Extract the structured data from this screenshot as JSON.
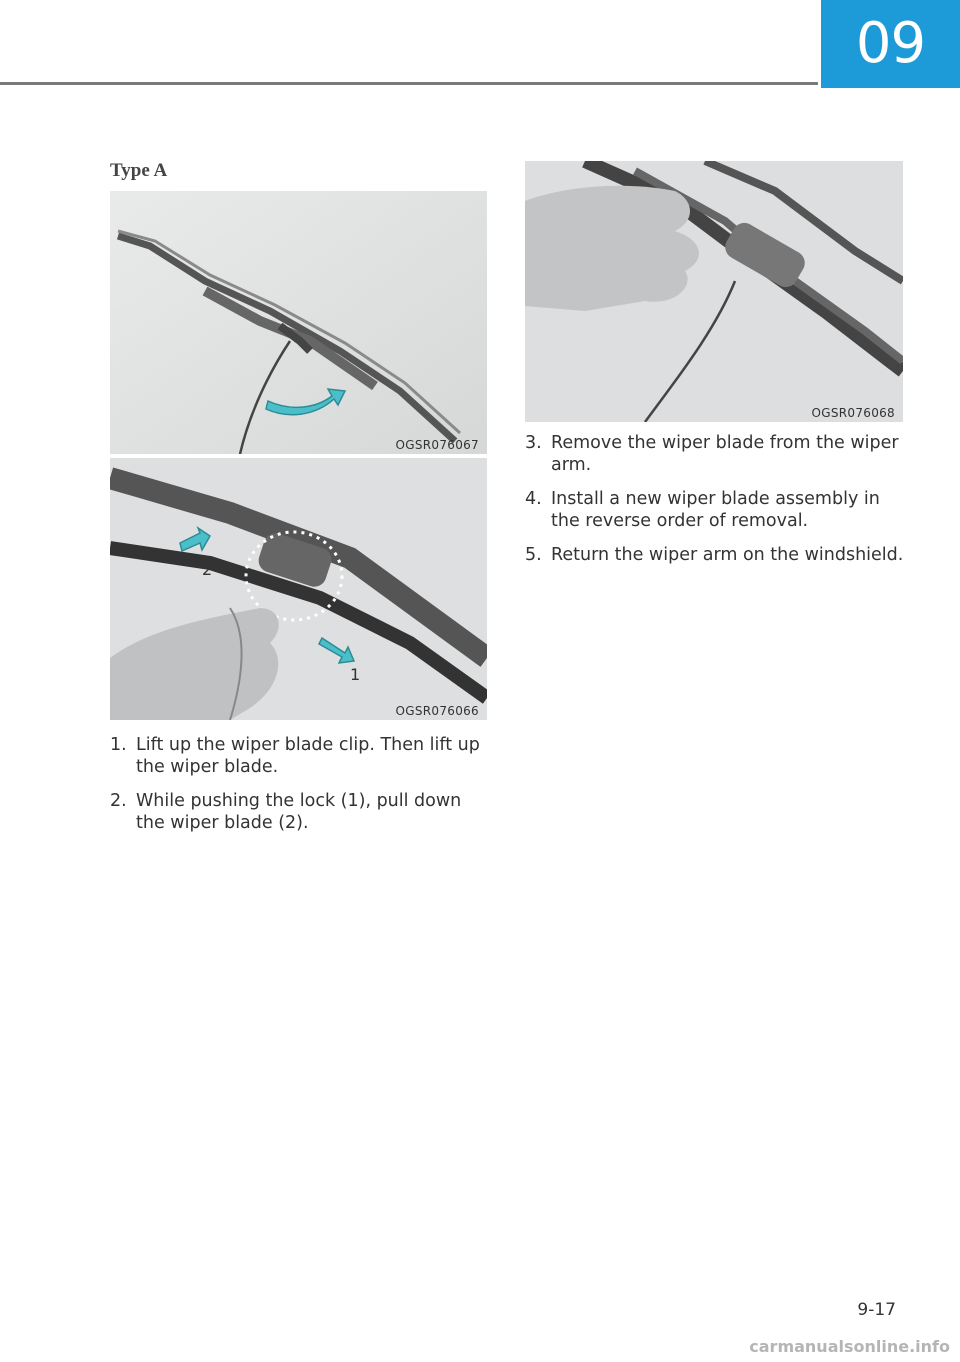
{
  "header": {
    "chapter": "09"
  },
  "section_title": "Type A",
  "figures": [
    {
      "code": "OGSR076067"
    },
    {
      "code": "OGSR076066",
      "labels": [
        "1",
        "2"
      ]
    },
    {
      "code": "OGSR076068"
    }
  ],
  "steps_left": [
    {
      "num": "1.",
      "text": "Lift up the wiper blade clip. Then lift up the wiper blade."
    },
    {
      "num": "2.",
      "text": "While pushing the lock (1), pull down the wiper blade (2)."
    }
  ],
  "steps_right": [
    {
      "num": "3.",
      "text": "Remove the wiper blade from the wiper arm."
    },
    {
      "num": "4.",
      "text": "Install a new wiper blade assembly in the reverse order of removal."
    },
    {
      "num": "5.",
      "text": "Return the wiper arm on the windshield."
    }
  ],
  "footer": {
    "page_number": "9-17",
    "watermark": "carmanualsonline.info"
  },
  "colors": {
    "accent": "#1d9bd8",
    "arrow": "#4bbfc9"
  }
}
